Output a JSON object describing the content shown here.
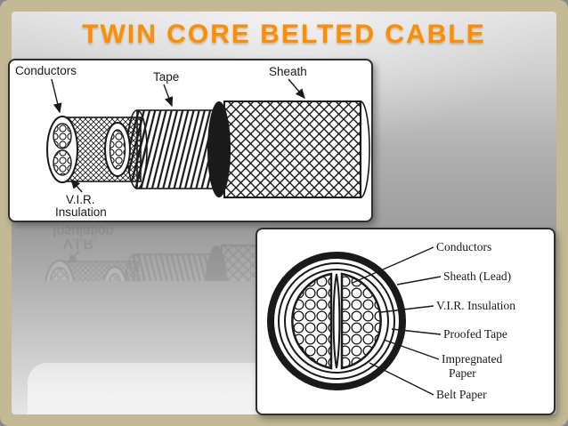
{
  "slide": {
    "title": "TWIN CORE BELTED CABLE"
  },
  "colors": {
    "title_orange": "#ff8d00",
    "frame_tan": "#c3b994",
    "diagram_ink": "#1a1a1a"
  },
  "diagram_longitudinal": {
    "labels": {
      "conductors": "Conductors",
      "tape": "Tape",
      "sheath": "Sheath",
      "vir_line1": "V.I.R.",
      "vir_line2": "Insulation"
    }
  },
  "diagram_cross_section": {
    "labels": {
      "conductors": "Conductors",
      "sheath_lead": "Sheath (Lead)",
      "vir_insulation": "V.I.R. Insulation",
      "proofed_tape": "Proofed Tape",
      "impregnated_line1": "Impregnated",
      "impregnated_line2": "Paper",
      "belt_paper": "Belt Paper"
    }
  }
}
